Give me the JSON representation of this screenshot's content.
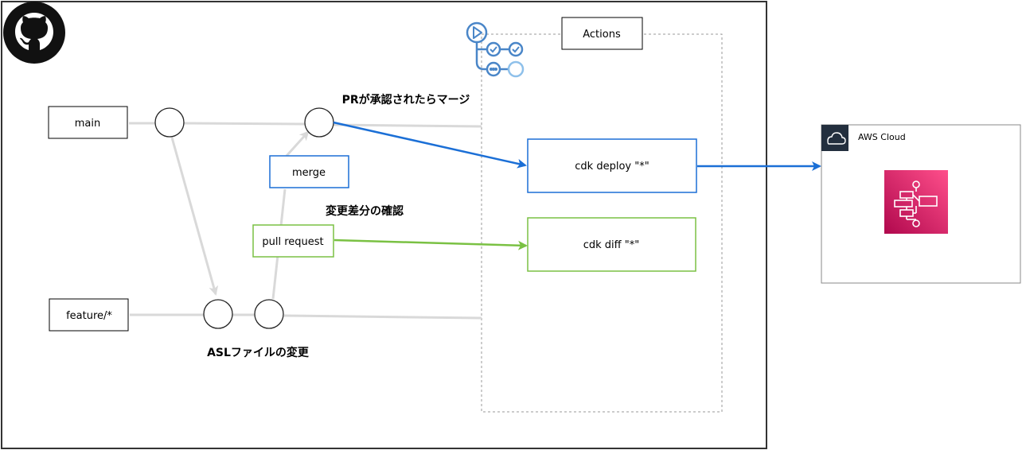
{
  "repo": {
    "logo_icon": "github-logo-icon"
  },
  "branches": {
    "main": "main",
    "feature": "feature/*"
  },
  "boxes": {
    "merge": "merge",
    "pull_request": "pull request",
    "actions": "Actions",
    "cdk_deploy": "cdk deploy \"*\"",
    "cdk_diff": "cdk diff \"*\"",
    "aws_cloud": "AWS Cloud"
  },
  "annotations": {
    "merge_on_approve": "PRが承認されたらマージ",
    "check_diff": "変更差分の確認",
    "asl_change": "ASLファイルの変更"
  },
  "icons": {
    "actions": "github-actions-icon",
    "aws_cloud": "aws-cloud-icon",
    "step_functions": "step-functions-icon"
  },
  "colors": {
    "deploy": "#1b6fd6",
    "diff": "#7ac143",
    "git_line": "#d9d9d9",
    "actions_icon": "#4a86c8",
    "step_functions": "#d6245f",
    "aws_header": "#232f3e"
  }
}
